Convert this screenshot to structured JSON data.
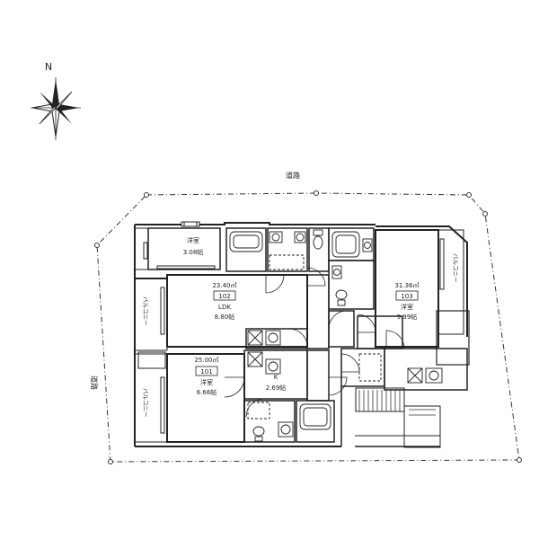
{
  "compass": {
    "north_label": "N"
  },
  "roads": {
    "top": "道路",
    "left": "道路"
  },
  "units": [
    {
      "number": "102",
      "area": "23.40㎡",
      "room": "LDK",
      "size": "8.80帖"
    },
    {
      "number": "101",
      "area": "25.00㎡",
      "room": "洋室",
      "size": "6.66帖"
    },
    {
      "number": "103",
      "area": "31.36㎡",
      "room": "洋室",
      "size": "9.99帖"
    }
  ],
  "rooms": {
    "top_western": {
      "room": "洋室",
      "size": "3.08帖"
    },
    "kitchen": {
      "room": "K",
      "size": "2.69帖"
    }
  },
  "balconies": {
    "left_upper": "バルコニー",
    "left_lower": "バルコニー",
    "right": "バルコニー"
  }
}
